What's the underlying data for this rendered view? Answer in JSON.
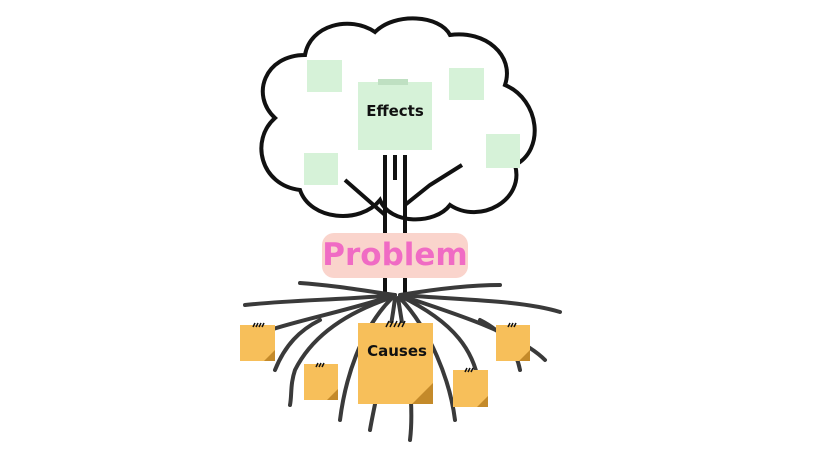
{
  "effects_label": "Effects",
  "problem_label": "Problem",
  "causes_label": "Causes",
  "colors": {
    "effect_note": "#d6f2d8",
    "cause_note": "#f7bf5a",
    "problem_bg": "#fad4cc",
    "problem_text": "#f06bc4",
    "lines": "#3a3a3a"
  }
}
